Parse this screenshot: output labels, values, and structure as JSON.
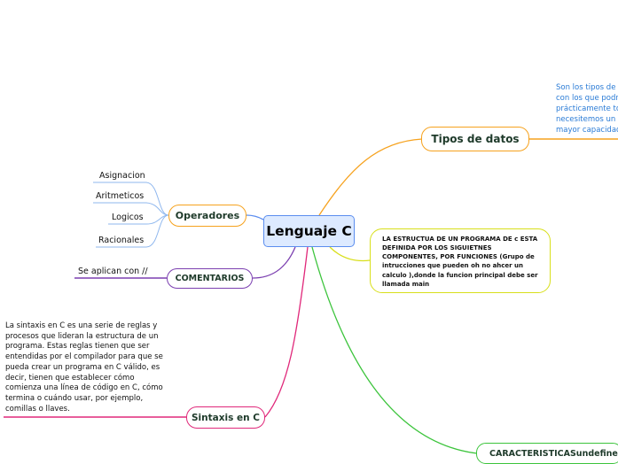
{
  "central_topic": "Lenguaje C",
  "branches": {
    "tipos_de_datos": {
      "label": "Tipos de datos",
      "description_lines": [
        "Son los tipos de",
        "con los que podr",
        "prácticamente to",
        "necesitemos un",
        "mayor capacidad"
      ]
    },
    "operadores": {
      "label": "Operadores",
      "children": [
        "Asignacion",
        "Aritmeticos",
        "Logicos",
        "Racionales"
      ]
    },
    "comentarios": {
      "label": "COMENTARIOS",
      "children": [
        "Se aplican con //"
      ]
    },
    "estructura": {
      "text": "LA ESTRUCTUA DE UN PROGRAMA DE c  ESTA DEFINIDA POR LOS SIGUIETNES COMPONENTES, POR FUNCIONES (Grupo de intrucciones que pueden oh no ahcer un calculo ),donde la funcion principal debe ser llamada main"
    },
    "sintaxis": {
      "label": "Sintaxis en C",
      "description": "La sintaxis en C es una serie de reglas y procesos que lideran la estructura de un programa. Estas reglas tienen que ser entendidas por el compilador para que se pueda crear un programa en C válido, es decir, tienen que establecer cómo comienza una línea de código en C, cómo termina o cuándo usar, por ejemplo, comillas o llaves."
    },
    "caracteristicas": {
      "label": "CARACTERISTICASundefined"
    }
  },
  "colors": {
    "center_fill": "#ddeaff",
    "center_border": "#5b8def",
    "orange": "#f6a21e",
    "blue_connector": "#5b8def",
    "purple": "#7b3fb0",
    "magenta": "#e0287a",
    "yellow": "#d8df1a",
    "green": "#3cc43c",
    "link_blue": "#2a7bd6"
  }
}
